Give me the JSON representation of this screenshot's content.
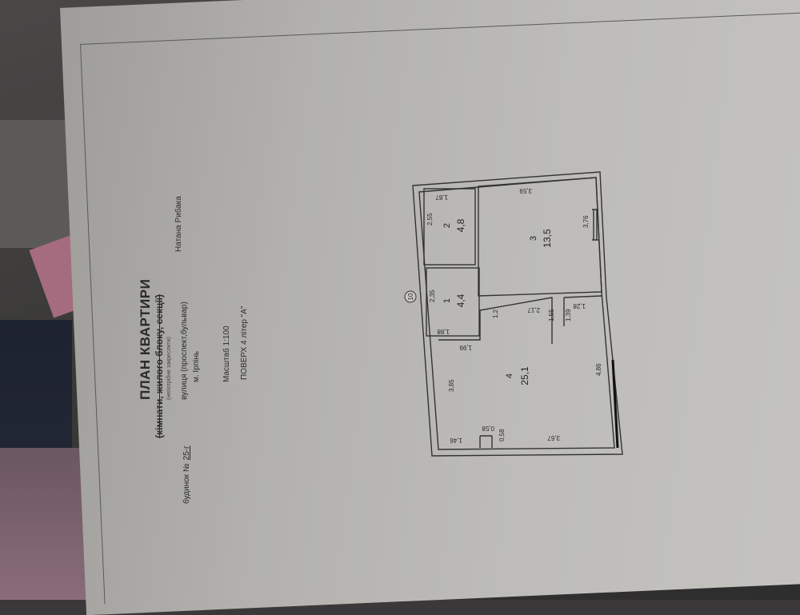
{
  "document": {
    "title": "ПЛАН КВАРТИРИ",
    "subtitle": "(кімнати, жилого блоку, секції)",
    "note": "(непотрібне закреслити)",
    "building_label": "будинок №",
    "building_number": "25-г",
    "street_label": "вулиця (проспект,бульвар)",
    "street_value": "Натана Рибака",
    "city_value": "м. Ірпінь",
    "scale": "Масштаб 1:100",
    "floor": "ПОВЕРХ 4 літер \"А\""
  },
  "plan": {
    "axis_marker": "10",
    "rooms": [
      {
        "number": "1",
        "area": "4,4"
      },
      {
        "number": "2",
        "area": "4,8"
      },
      {
        "number": "3",
        "area": "13,5"
      },
      {
        "number": "4",
        "area": "25,1"
      }
    ],
    "dimensions": {
      "r2_top": "1,87",
      "r2_side": "2,55",
      "r3_top": "3,59",
      "r3_side": "3,76",
      "r1_side": "2,35",
      "r1_bottom": "1,88",
      "r1_gap": "1,2",
      "r3_bottom": "2,17",
      "r4_top": "1,99",
      "r4_left": "3,85",
      "r4_right": "4,86",
      "r4_bottom": "3,67",
      "r4_niche_w": "0,58",
      "r4_niche_d": "0,58",
      "r4_corner": "1,46",
      "closet_w": "1,28",
      "closet_d": "1,39",
      "wall_seg": "1,55"
    }
  }
}
